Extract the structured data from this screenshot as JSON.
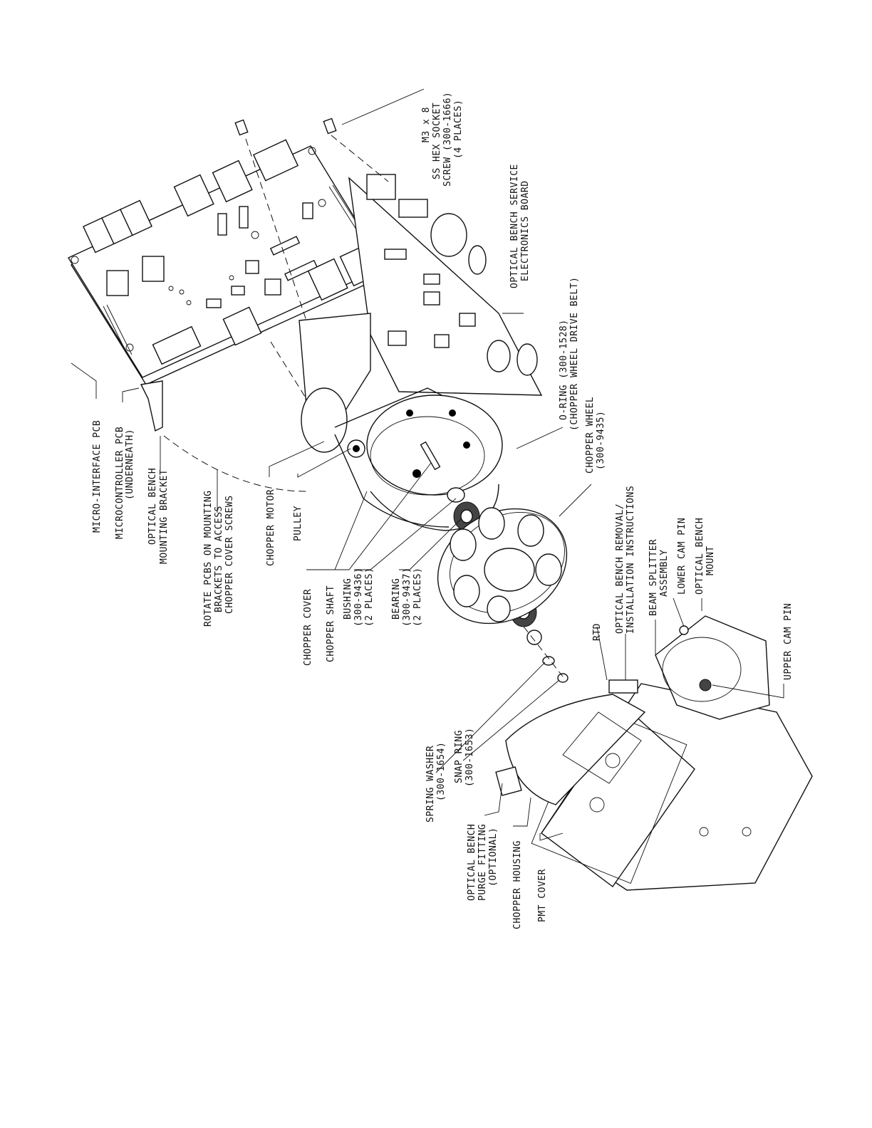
{
  "labels": {
    "micro_interface_pcb": "MICRO-INTERFACE PCB",
    "microcontroller_pcb": "MICROCONTROLLER PCB",
    "microcontroller_pcb_note": "(UNDERNEATH)",
    "mounting_bracket_1": "OPTICAL BENCH",
    "mounting_bracket_2": "MOUNTING BRACKET",
    "rotate_1": "ROTATE PCBS ON MOUNTING",
    "rotate_2": "BRACKETS TO ACCESS",
    "rotate_3": "CHOPPER COVER SCREWS",
    "chopper_motor": "CHOPPER MOTOR",
    "pulley": "PULLEY",
    "chopper_cover": "CHOPPER COVER",
    "chopper_shaft": "CHOPPER SHAFT",
    "bushing_1": "BUSHING",
    "bushing_2": "(300-9436)",
    "bushing_3": "(2 PLACES)",
    "bearing_1": "BEARING",
    "bearing_2": "(300-9437)",
    "bearing_3": "(2 PLACES)",
    "screw_1": "M3 x 8",
    "screw_2": "SS HEX SOCKET",
    "screw_3": "SCREW (300-1666)",
    "screw_4": "(4 PLACES)",
    "service_board_1": "OPTICAL BENCH SERVICE",
    "service_board_2": "ELECTRONICS BOARD",
    "oring_1": "O-RING (300-1528)",
    "oring_2": "(CHOPPER WHEEL DRIVE BELT)",
    "chopper_wheel_1": "CHOPPER WHEEL",
    "chopper_wheel_2": "(300-9435)",
    "removal_1": "OPTICAL BENCH REMOVAL/",
    "removal_2": "INSTALLATION INSTRUCTIONS",
    "rtd": "RTD",
    "beam_splitter_1": "BEAM SPLITTER",
    "beam_splitter_2": "ASSEMBLY",
    "lower_cam_pin": "LOWER CAM PIN",
    "bench_mount_1": "OPTICAL BENCH",
    "bench_mount_2": "MOUNT",
    "upper_cam_pin": "UPPER CAM PIN",
    "spring_washer_1": "SPRING WASHER",
    "spring_washer_2": "(300-1654)",
    "snap_ring_1": "SNAP RING",
    "snap_ring_2": "(300-1653)",
    "purge_1": "OPTICAL BENCH",
    "purge_2": "PURGE FITTING",
    "purge_3": "(OPTIONAL)",
    "chopper_housing": "CHOPPER HOUSING",
    "pmt_cover": "PMT COVER"
  },
  "colors": {
    "ink": "#111111",
    "paper": "#ffffff"
  }
}
